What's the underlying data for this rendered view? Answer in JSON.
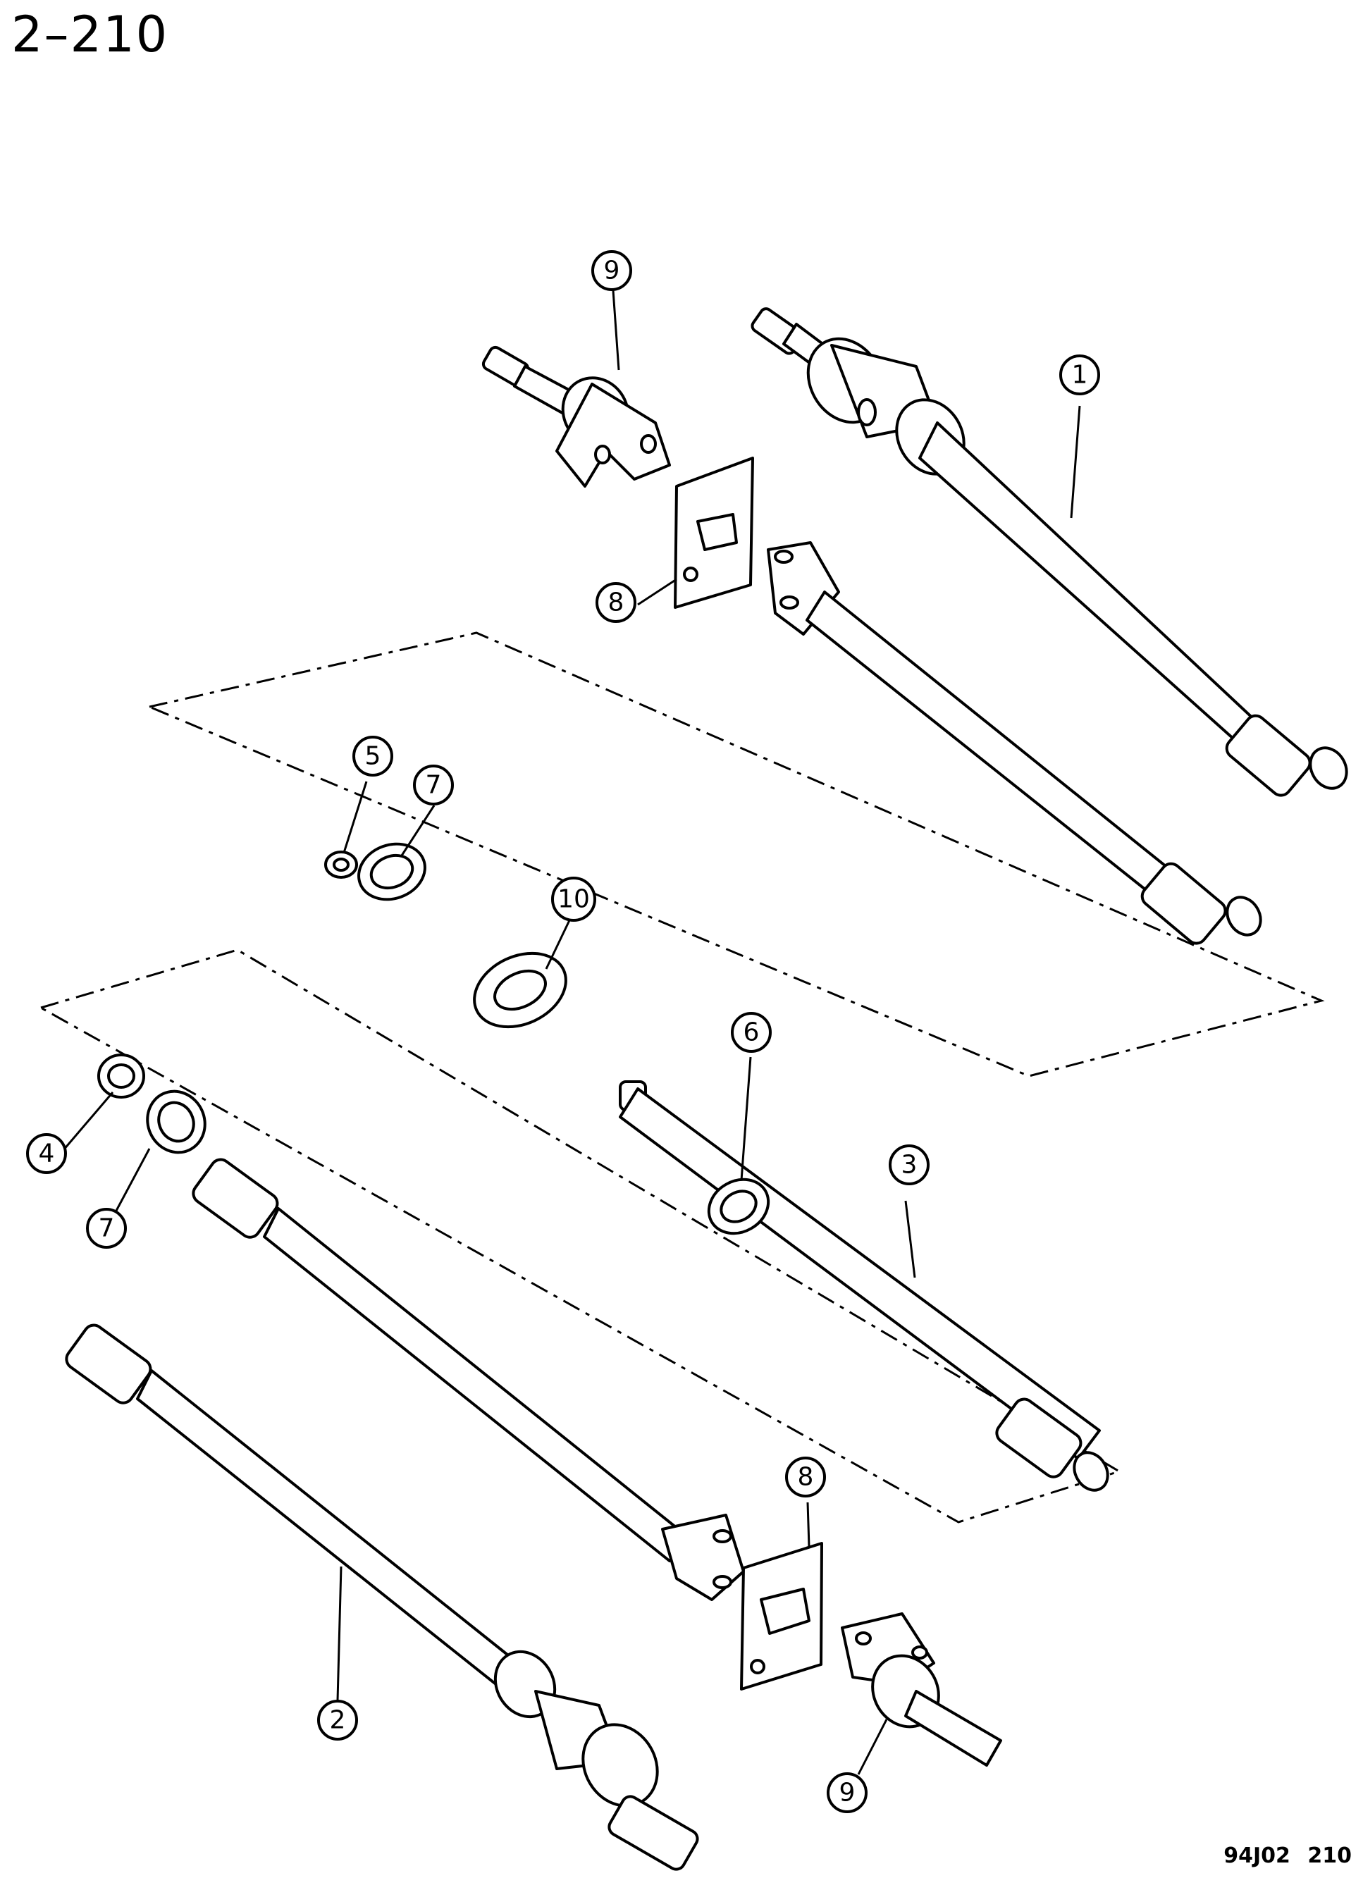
{
  "page": {
    "code": "2–210",
    "figure_code": "94J02 210"
  },
  "callouts": [
    "9",
    "1",
    "8",
    "5",
    "7",
    "10",
    "4",
    "7",
    "6",
    "3",
    "2",
    "8",
    "9"
  ]
}
